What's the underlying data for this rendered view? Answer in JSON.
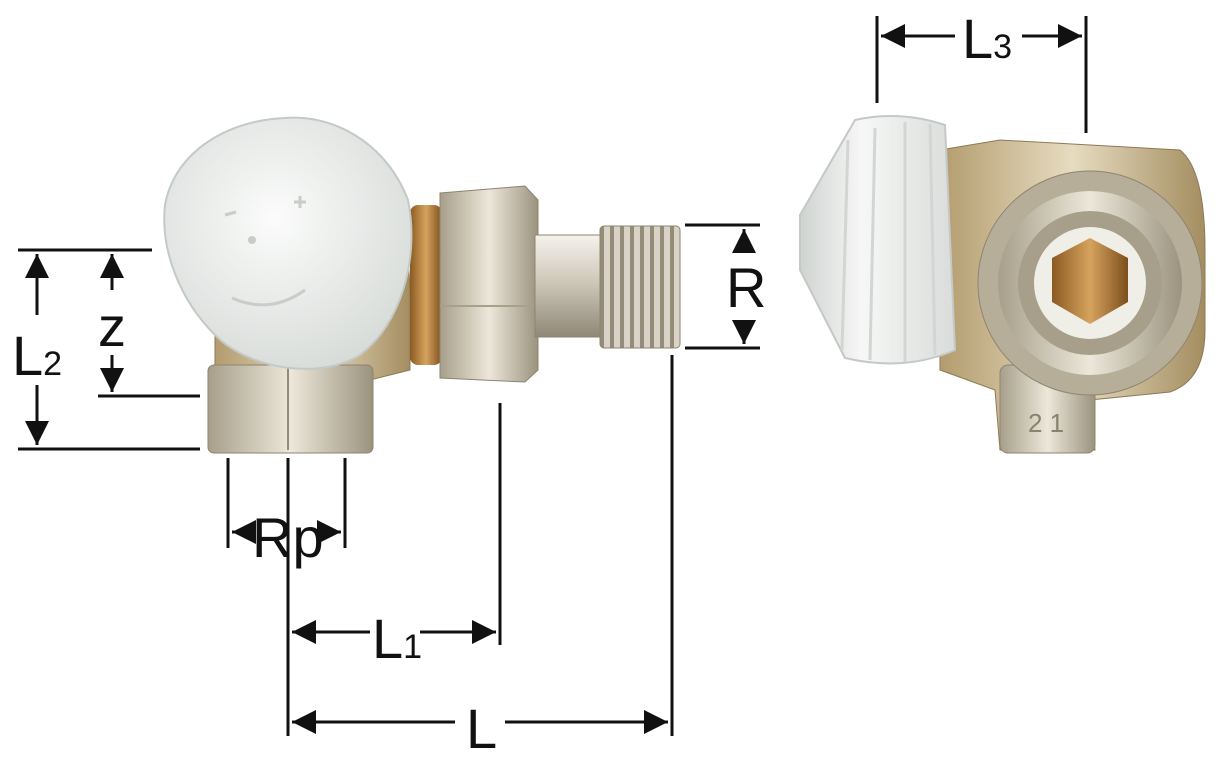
{
  "dimensions": {
    "L": "L",
    "L1": {
      "main": "L",
      "sub": "1"
    },
    "L2": {
      "main": "L",
      "sub": "2"
    },
    "L3": {
      "main": "L",
      "sub": "3"
    },
    "R": "R",
    "Rp": "Rp",
    "z": "z"
  },
  "body_marking": "2 1",
  "colors": {
    "line": "#111111",
    "cap": "#eceeec",
    "brass": "#c9b48a",
    "nickel": "#d9d4c8",
    "copper": "#b8864a"
  }
}
